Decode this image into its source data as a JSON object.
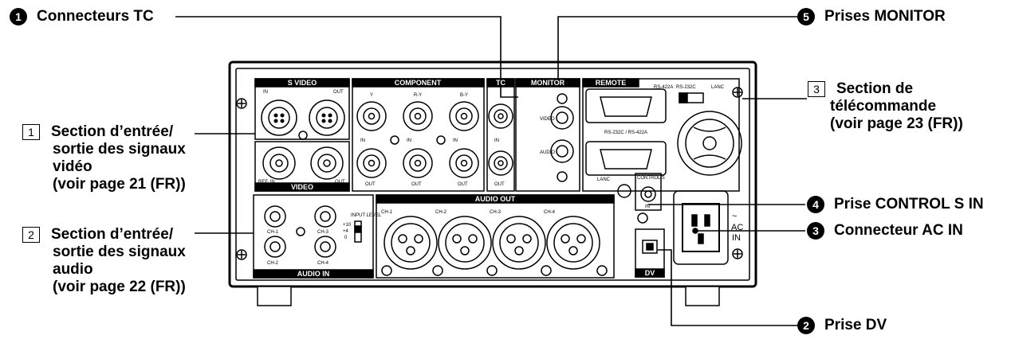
{
  "callouts": {
    "c1": {
      "num": "1",
      "text": "Connecteurs TC"
    },
    "c5": {
      "num": "5",
      "text": "Prises MONITOR"
    },
    "c4": {
      "num": "4",
      "text": "Prise CONTROL S IN"
    },
    "c3": {
      "num": "3",
      "text": "Connecteur AC IN"
    },
    "c2": {
      "num": "2",
      "text": "Prise DV"
    },
    "s1": {
      "num": "1",
      "l1": "Section d’entrée/",
      "l2": "sortie des signaux",
      "l3": "vidéo",
      "l4": "(voir page 21 (FR))"
    },
    "s2": {
      "num": "2",
      "l1": "Section d’entrée/",
      "l2": "sortie des signaux",
      "l3": "audio",
      "l4": "(voir page 22 (FR))"
    },
    "s3": {
      "num": "3",
      "l1": "Section de",
      "l2": "télécommande",
      "l3": "(voir page 23 (FR))"
    }
  },
  "panel": {
    "s_video": "S VIDEO",
    "in": "IN",
    "out": "OUT",
    "video": "VIDEO",
    "ref_in": "REF. IN",
    "component": "COMPONENT",
    "y": "Y",
    "ry": "R-Y",
    "by": "B-Y",
    "tc": "TC",
    "monitor": "MONITOR",
    "mon_video": "VIDEO",
    "mon_audio": "AUDIO",
    "remote": "REMOTE",
    "rs422": "RS-422A",
    "rs232": "RS-232C",
    "lanc": "LANC",
    "rs_232_422": "RS-232C / RS-422A",
    "control_s": "CONTROL S",
    "audio_out": "AUDIO OUT",
    "audio_in": "AUDIO IN",
    "ch1": "CH-1",
    "ch2": "CH-2",
    "ch3": "CH-3",
    "ch4": "CH-4",
    "input_level": "INPUT LEVEL",
    "lvl_plus10": "+10",
    "lvl_plus4": "+4",
    "lvl_0": "0",
    "ac": "AC",
    "ac_in": "IN",
    "dv": "DV",
    "tilde": "~"
  }
}
